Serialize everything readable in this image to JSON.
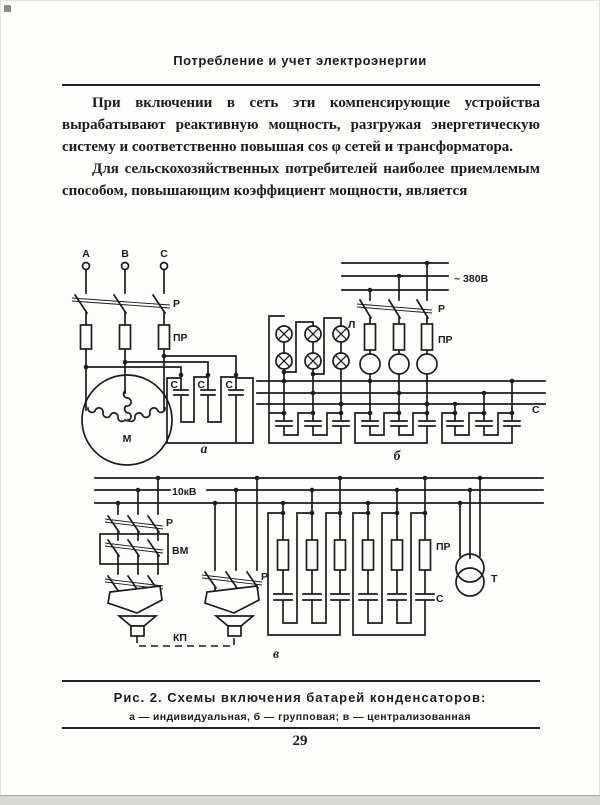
{
  "content": {
    "header": "Потребление и учет электроэнергии",
    "paragraphs": [
      "При включении в сеть эти компенсирующие устройства вырабатывают реактивную мощность, разгружая энергетическую систему и соответственно повышая cos φ сетей и трансформатора.",
      "Для сельскохозяйственных потребителей наиболее приемлемым способом, повышающим коэффициент мощности, является"
    ],
    "page_number": "29"
  },
  "figure": {
    "caption_title": "Рис. 2. Схемы включения батарей конденсаторов:",
    "caption_subtitle": "а — индивидуальная, б — групповая; в — централизованная",
    "labels": {
      "phase_a": "А",
      "phase_b": "В",
      "phase_c": "С",
      "switch": "Р",
      "fuse": "ПР",
      "motor": "М",
      "capacitor": "С",
      "lamps": "Л",
      "voltage_lv": "~ 380В",
      "voltage_hv": "10кВ",
      "oil_breaker": "ВМ",
      "cable_line": "КП",
      "transformer": "Т",
      "scheme_a": "а",
      "scheme_b": "б",
      "scheme_v": "в"
    }
  }
}
